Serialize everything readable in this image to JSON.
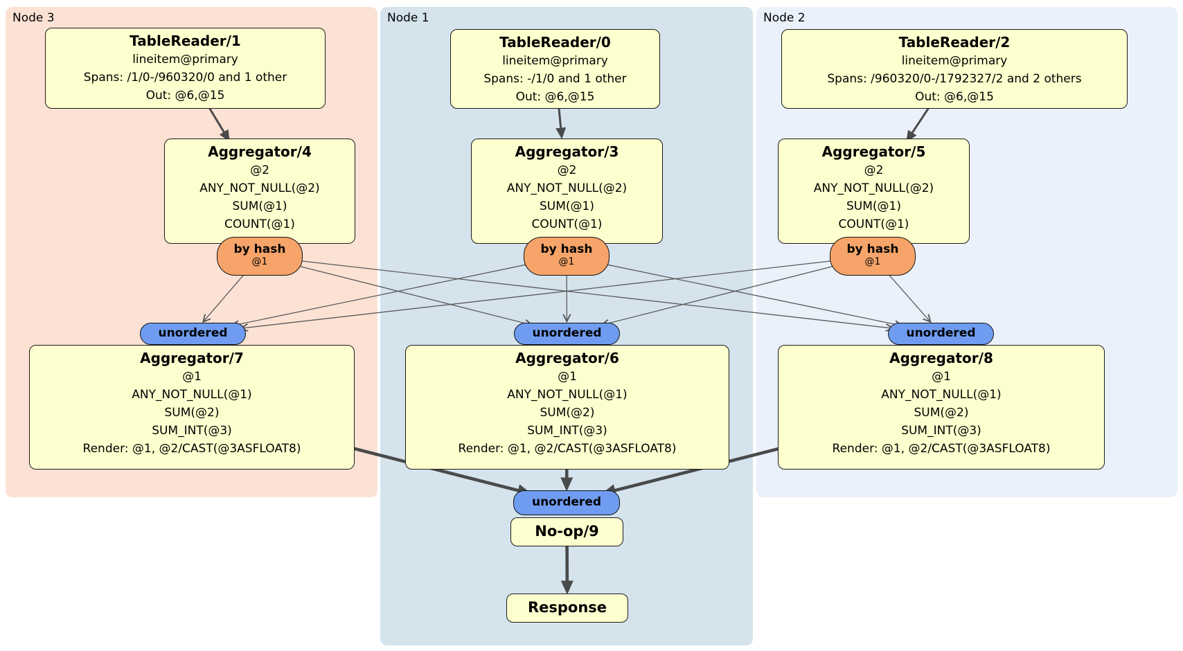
{
  "panels": [
    {
      "label": "Node 3",
      "color": "#fbe2d5"
    },
    {
      "label": "Node 1",
      "color": "#d5e3ed"
    },
    {
      "label": "Node 2",
      "color": "#eaf1fa"
    }
  ],
  "colors": {
    "processor_fill": "#feffce",
    "hash_router_fill": "#f6a469",
    "stream_fill": "#6f9cf0",
    "edge_color": "#4a4a4a"
  },
  "processors": {
    "tablereader1": {
      "title": "TableReader/1",
      "lines": [
        "lineitem@primary",
        "Spans: /1/0-/960320/0 and 1 other",
        "Out: @6,@15"
      ]
    },
    "tablereader0": {
      "title": "TableReader/0",
      "lines": [
        "lineitem@primary",
        "Spans: -/1/0 and 1 other",
        "Out: @6,@15"
      ]
    },
    "tablereader2": {
      "title": "TableReader/2",
      "lines": [
        "lineitem@primary",
        "Spans: /960320/0-/1792327/2 and 2 others",
        "Out: @6,@15"
      ]
    },
    "aggregator4": {
      "title": "Aggregator/4",
      "lines": [
        "@2",
        "ANY_NOT_NULL(@2)",
        "SUM(@1)",
        "COUNT(@1)"
      ]
    },
    "aggregator3": {
      "title": "Aggregator/3",
      "lines": [
        "@2",
        "ANY_NOT_NULL(@2)",
        "SUM(@1)",
        "COUNT(@1)"
      ]
    },
    "aggregator5": {
      "title": "Aggregator/5",
      "lines": [
        "@2",
        "ANY_NOT_NULL(@2)",
        "SUM(@1)",
        "COUNT(@1)"
      ]
    },
    "aggregator7": {
      "title": "Aggregator/7",
      "lines": [
        "@1",
        "ANY_NOT_NULL(@1)",
        "SUM(@2)",
        "SUM_INT(@3)",
        "Render: @1, @2/CAST(@3ASFLOAT8)"
      ]
    },
    "aggregator6": {
      "title": "Aggregator/6",
      "lines": [
        "@1",
        "ANY_NOT_NULL(@1)",
        "SUM(@2)",
        "SUM_INT(@3)",
        "Render: @1, @2/CAST(@3ASFLOAT8)"
      ]
    },
    "aggregator8": {
      "title": "Aggregator/8",
      "lines": [
        "@1",
        "ANY_NOT_NULL(@1)",
        "SUM(@2)",
        "SUM_INT(@3)",
        "Render: @1, @2/CAST(@3ASFLOAT8)"
      ]
    },
    "noop9": {
      "title": "No-op/9"
    },
    "response": {
      "title": "Response"
    }
  },
  "streams": {
    "byhash4": {
      "label": "by hash",
      "key": "@1"
    },
    "byhash3": {
      "label": "by hash",
      "key": "@1"
    },
    "byhash5": {
      "label": "by hash",
      "key": "@1"
    },
    "unordered7": {
      "label": "unordered"
    },
    "unordered6": {
      "label": "unordered"
    },
    "unordered8": {
      "label": "unordered"
    },
    "unorderedfinal": {
      "label": "unordered"
    }
  },
  "edges": [
    {
      "from": "tablereader1",
      "to": "aggregator4",
      "style": "mid"
    },
    {
      "from": "tablereader0",
      "to": "aggregator3",
      "style": "mid"
    },
    {
      "from": "tablereader2",
      "to": "aggregator5",
      "style": "mid"
    },
    {
      "from": "byhash4",
      "to": "unordered7",
      "style": "thin"
    },
    {
      "from": "byhash4",
      "to": "unordered6",
      "style": "thin"
    },
    {
      "from": "byhash4",
      "to": "unordered8",
      "style": "thin"
    },
    {
      "from": "byhash3",
      "to": "unordered7",
      "style": "thin"
    },
    {
      "from": "byhash3",
      "to": "unordered6",
      "style": "thin"
    },
    {
      "from": "byhash3",
      "to": "unordered8",
      "style": "thin"
    },
    {
      "from": "byhash5",
      "to": "unordered7",
      "style": "thin"
    },
    {
      "from": "byhash5",
      "to": "unordered6",
      "style": "thin"
    },
    {
      "from": "byhash5",
      "to": "unordered8",
      "style": "thin"
    },
    {
      "from": "aggregator7",
      "to": "unorderedfinal",
      "style": "thick"
    },
    {
      "from": "aggregator6",
      "to": "unorderedfinal",
      "style": "thick"
    },
    {
      "from": "aggregator8",
      "to": "unorderedfinal",
      "style": "thick"
    },
    {
      "from": "noop9",
      "to": "response",
      "style": "thick"
    }
  ]
}
